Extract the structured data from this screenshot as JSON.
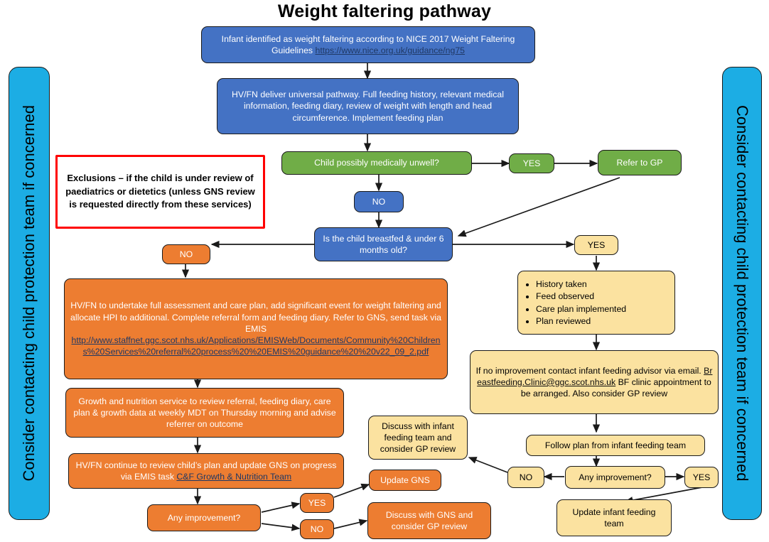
{
  "title": "Weight faltering pathway",
  "colors": {
    "blue": "#4472C4",
    "green": "#70AD47",
    "orange": "#ED7D31",
    "yellow": "#FBE2A0",
    "cyan": "#1CADE4",
    "red_border": "#FF0000",
    "link": "#1F3864"
  },
  "banners": {
    "left": "Consider contacting child protection team if concerned",
    "right": "Consider contacting child protection team if concerned"
  },
  "exclusion": {
    "text": "Exclusions – if the child is under review of paediatrics or dietetics (unless GNS review is requested directly from these services)"
  },
  "nodes": {
    "start": {
      "text": "Infant identified as weight faltering according to NICE 2017 Weight Faltering Guidelines ",
      "link": "https://www.nice.org.uk/guidance/ng75"
    },
    "universal_pathway": {
      "text": "HV/FN deliver universal pathway. Full feeding history, relevant medical information, feeding diary, review of weight with length and head circumference. Implement feeding plan"
    },
    "medically_unwell": {
      "text": "Child possibly medically unwell?"
    },
    "unwell_yes": {
      "text": "YES"
    },
    "refer_gp": {
      "text": "Refer to GP"
    },
    "unwell_no": {
      "text": "NO"
    },
    "breastfed_q": {
      "text": "Is the child breastfed & under 6 months old?"
    },
    "breastfed_no": {
      "text": "NO"
    },
    "breastfed_yes": {
      "text": "YES"
    },
    "assessment": {
      "text_1": "HV/FN to undertake full assessment and care plan, add significant event for weight faltering and allocate HPI to additional. Complete referral form and feeding diary. Refer to GNS, send task via EMIS",
      "link": "http://www.staffnet.ggc.scot.nhs.uk/Applications/EMISWeb/Documents/Community%20Childrens%20Services%20referral%20process%20%20EMIS%20guidance%20%20v22_09_2.pdf"
    },
    "gns_review": {
      "text": "Growth and nutrition service to review referral, feeding diary, care plan & growth data at weekly MDT on Thursday morning and advise referrer on outcome"
    },
    "hvfn_continue": {
      "text_1": "HV/FN continue to review child’s plan and update GNS on progress via EMIS task ",
      "link": "C&F Growth & Nutrition Team"
    },
    "left_improvement_q": {
      "text": "Any improvement?"
    },
    "left_yes": {
      "text": "YES"
    },
    "left_no": {
      "text": "NO"
    },
    "update_gns": {
      "text": "Update GNS"
    },
    "discuss_gns": {
      "text": "Discuss with GNS and consider GP review"
    },
    "discuss_infant_team": {
      "text": "Discuss with infant feeding team and consider GP review"
    },
    "checklist": {
      "items": [
        "History taken",
        "Feed observed",
        "Care plan implemented",
        "Plan reviewed"
      ]
    },
    "no_improvement_contact": {
      "text_1": "If no improvement contact infant feeding advisor via email. ",
      "link": "Breastfeeding.Clinic@ggc.scot.nhs.uk",
      "text_2": " BF clinic appointment to be arranged. Also consider GP review"
    },
    "follow_plan": {
      "text": "Follow plan from infant feeding team"
    },
    "right_improvement_q": {
      "text": "Any improvement?"
    },
    "right_no": {
      "text": "NO"
    },
    "right_yes": {
      "text": "YES"
    },
    "update_infant_team": {
      "text": "Update infant feeding team"
    }
  }
}
